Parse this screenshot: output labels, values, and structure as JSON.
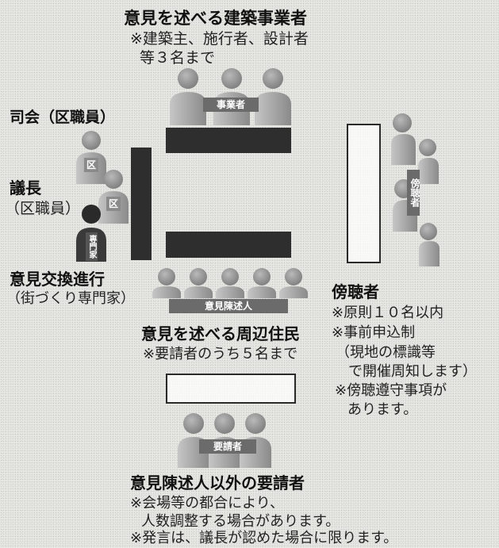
{
  "top": {
    "title": "意見を述べる建築事業者",
    "note_line1": "※建築主、施行者、設計者",
    "note_line2": "等３名まで",
    "group_label": "事業者"
  },
  "left": {
    "shikai_label": "司会（区職員）",
    "gichou_label": "議長",
    "gichou_sub": "（区職員）",
    "staff_badge": "区",
    "expert_label": "意見交換進行",
    "expert_sub": "（街づくり専門家）",
    "expert_badge": "専門家"
  },
  "middle": {
    "title": "意見を述べる周辺住民",
    "note": "※要請者のうち５名まで",
    "group_label": "意見陳述人"
  },
  "bottom": {
    "group_label": "要請者",
    "title": "意見陳述人以外の要請者",
    "note_line1": "※会場等の都合により、",
    "note_line2": "人数調整する場合があります。",
    "note_line3": "※発言は、議長が認めた場合に限ります。"
  },
  "right": {
    "group_label": "傍聴者",
    "title": "傍聴者",
    "note_line1": "※原則１０名以内",
    "note_line2": "※事前申込制",
    "note_line3": "（現地の標識等",
    "note_line4": "で開催周知します）",
    "note_line5": "※傍聴遵守事項が",
    "note_line6": "あります。"
  }
}
